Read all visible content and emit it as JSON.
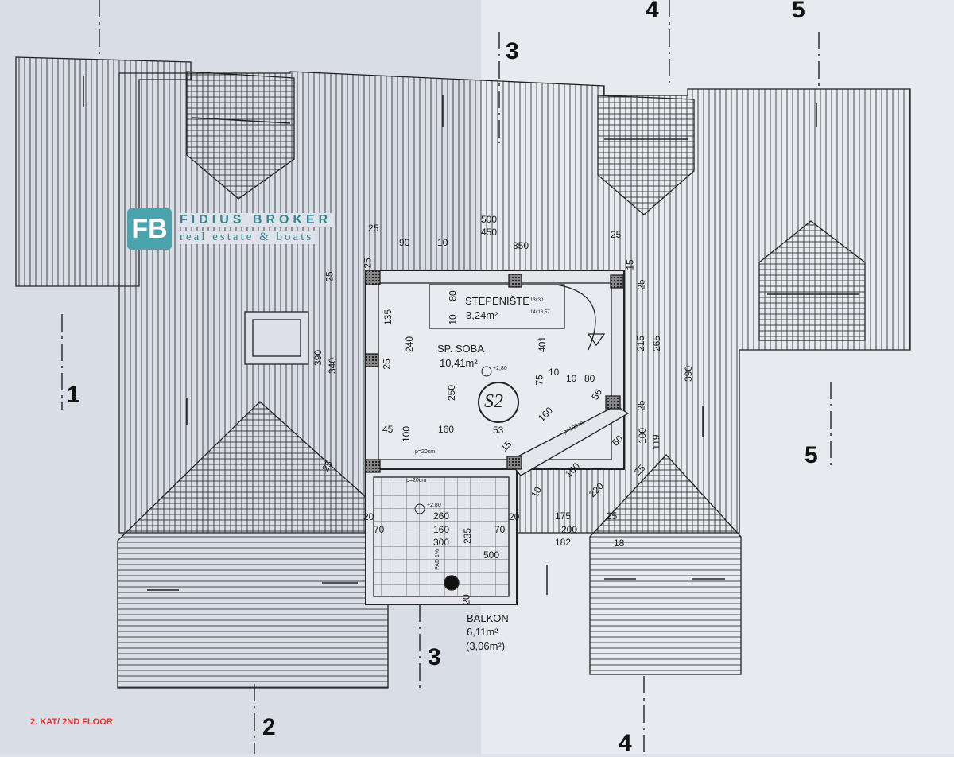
{
  "title": "2. KAT/ 2ND FLOOR",
  "axes": [
    "1",
    "2",
    "3",
    "3",
    "4",
    "4",
    "5",
    "5"
  ],
  "logo": {
    "mark": "FB",
    "name": "FIDIUS BROKER",
    "tagline": "real estate & boats"
  },
  "rooms": {
    "stairs": {
      "name": "STEPENIŠTE",
      "area": "3,24m²",
      "step_a": "13x30",
      "step_b": "14x18,57"
    },
    "bedroom": {
      "name": "SP. SOBA",
      "area": "10,41m²",
      "level": "+2,80",
      "code": "S2"
    },
    "balcony": {
      "name": "BALKON",
      "area": "6,11m²",
      "area_net": "(3,06m²)",
      "level": "+2,80",
      "slope": "PAD 1%"
    }
  },
  "notes": [
    "p=20cm",
    "p=20cm",
    "p=100cm"
  ],
  "dims": [
    "500",
    "450",
    "25",
    "90",
    "10",
    "350",
    "25",
    "25",
    "25",
    "15",
    "80",
    "10",
    "135",
    "240",
    "25",
    "401",
    "250",
    "75",
    "10",
    "10",
    "80",
    "56",
    "45",
    "100",
    "160",
    "53",
    "160",
    "15",
    "390",
    "340",
    "215",
    "265",
    "390",
    "25",
    "25",
    "119",
    "100",
    "50",
    "25",
    "160",
    "220",
    "10",
    "260",
    "160",
    "300",
    "235",
    "70",
    "70",
    "20",
    "20",
    "500",
    "175",
    "200",
    "182",
    "25",
    "18",
    "20",
    "25"
  ],
  "colors": {
    "paper_left": "#d9dde6",
    "paper_right": "#e8eaf0",
    "ink": "#1b1b1b",
    "label": "#e03030",
    "brand": "#4aa3ad"
  }
}
